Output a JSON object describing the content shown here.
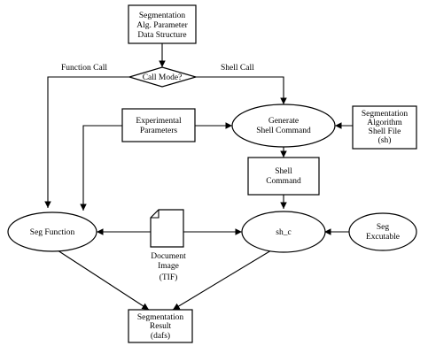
{
  "diagram": {
    "nodes": {
      "seg_param": {
        "lines": [
          "Segmentation",
          "Alg. Parameter",
          "Data Structure"
        ]
      },
      "call_mode": {
        "lines": [
          "Call Mode?"
        ]
      },
      "exp_params": {
        "lines": [
          "Experimental",
          "Parameters"
        ]
      },
      "gen_shell": {
        "lines": [
          "Generate",
          "Shell Command"
        ]
      },
      "seg_algo_file": {
        "lines": [
          "Segmentation",
          "Algorithm",
          "Shell File",
          "(sh)"
        ]
      },
      "shell_cmd": {
        "lines": [
          "Shell",
          "Command"
        ]
      },
      "seg_function": {
        "lines": [
          "Seg Function"
        ]
      },
      "sh_c": {
        "lines": [
          "sh_c"
        ]
      },
      "seg_exec": {
        "lines": [
          "Seg",
          "Excutable"
        ]
      },
      "doc_image": {
        "lines": [
          "Document",
          "Image",
          "(TIF)"
        ]
      },
      "seg_result": {
        "lines": [
          "Segmentation",
          "Result",
          "(dafs)"
        ]
      }
    },
    "edge_labels": {
      "function_call": "Function Call",
      "shell_call": "Shell Call"
    }
  }
}
